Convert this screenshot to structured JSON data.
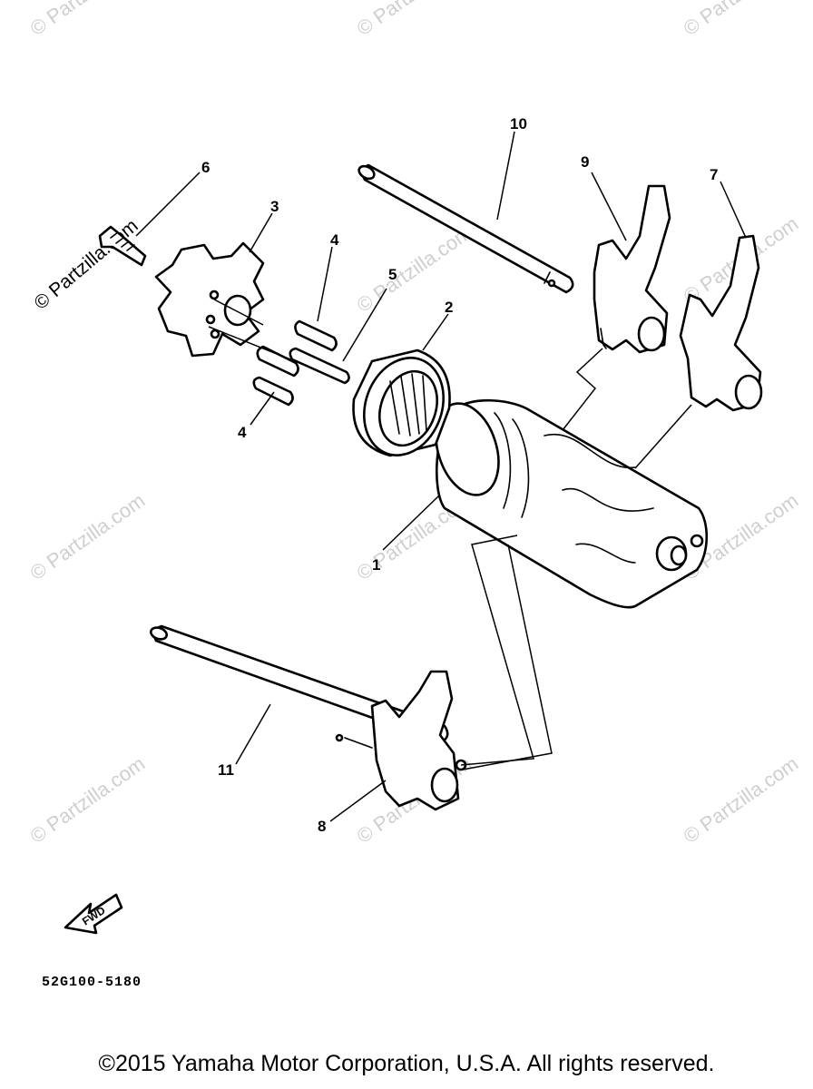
{
  "watermark": "© Partzilla.com",
  "callouts": [
    "1",
    "2",
    "3",
    "4",
    "4",
    "5",
    "6",
    "7",
    "8",
    "9",
    "10",
    "11"
  ],
  "fwd_label": "FWD",
  "diagram_code": "52G100-5180",
  "copyright": "©2015 Yamaha Motor Corporation, U.S.A. All rights reserved."
}
